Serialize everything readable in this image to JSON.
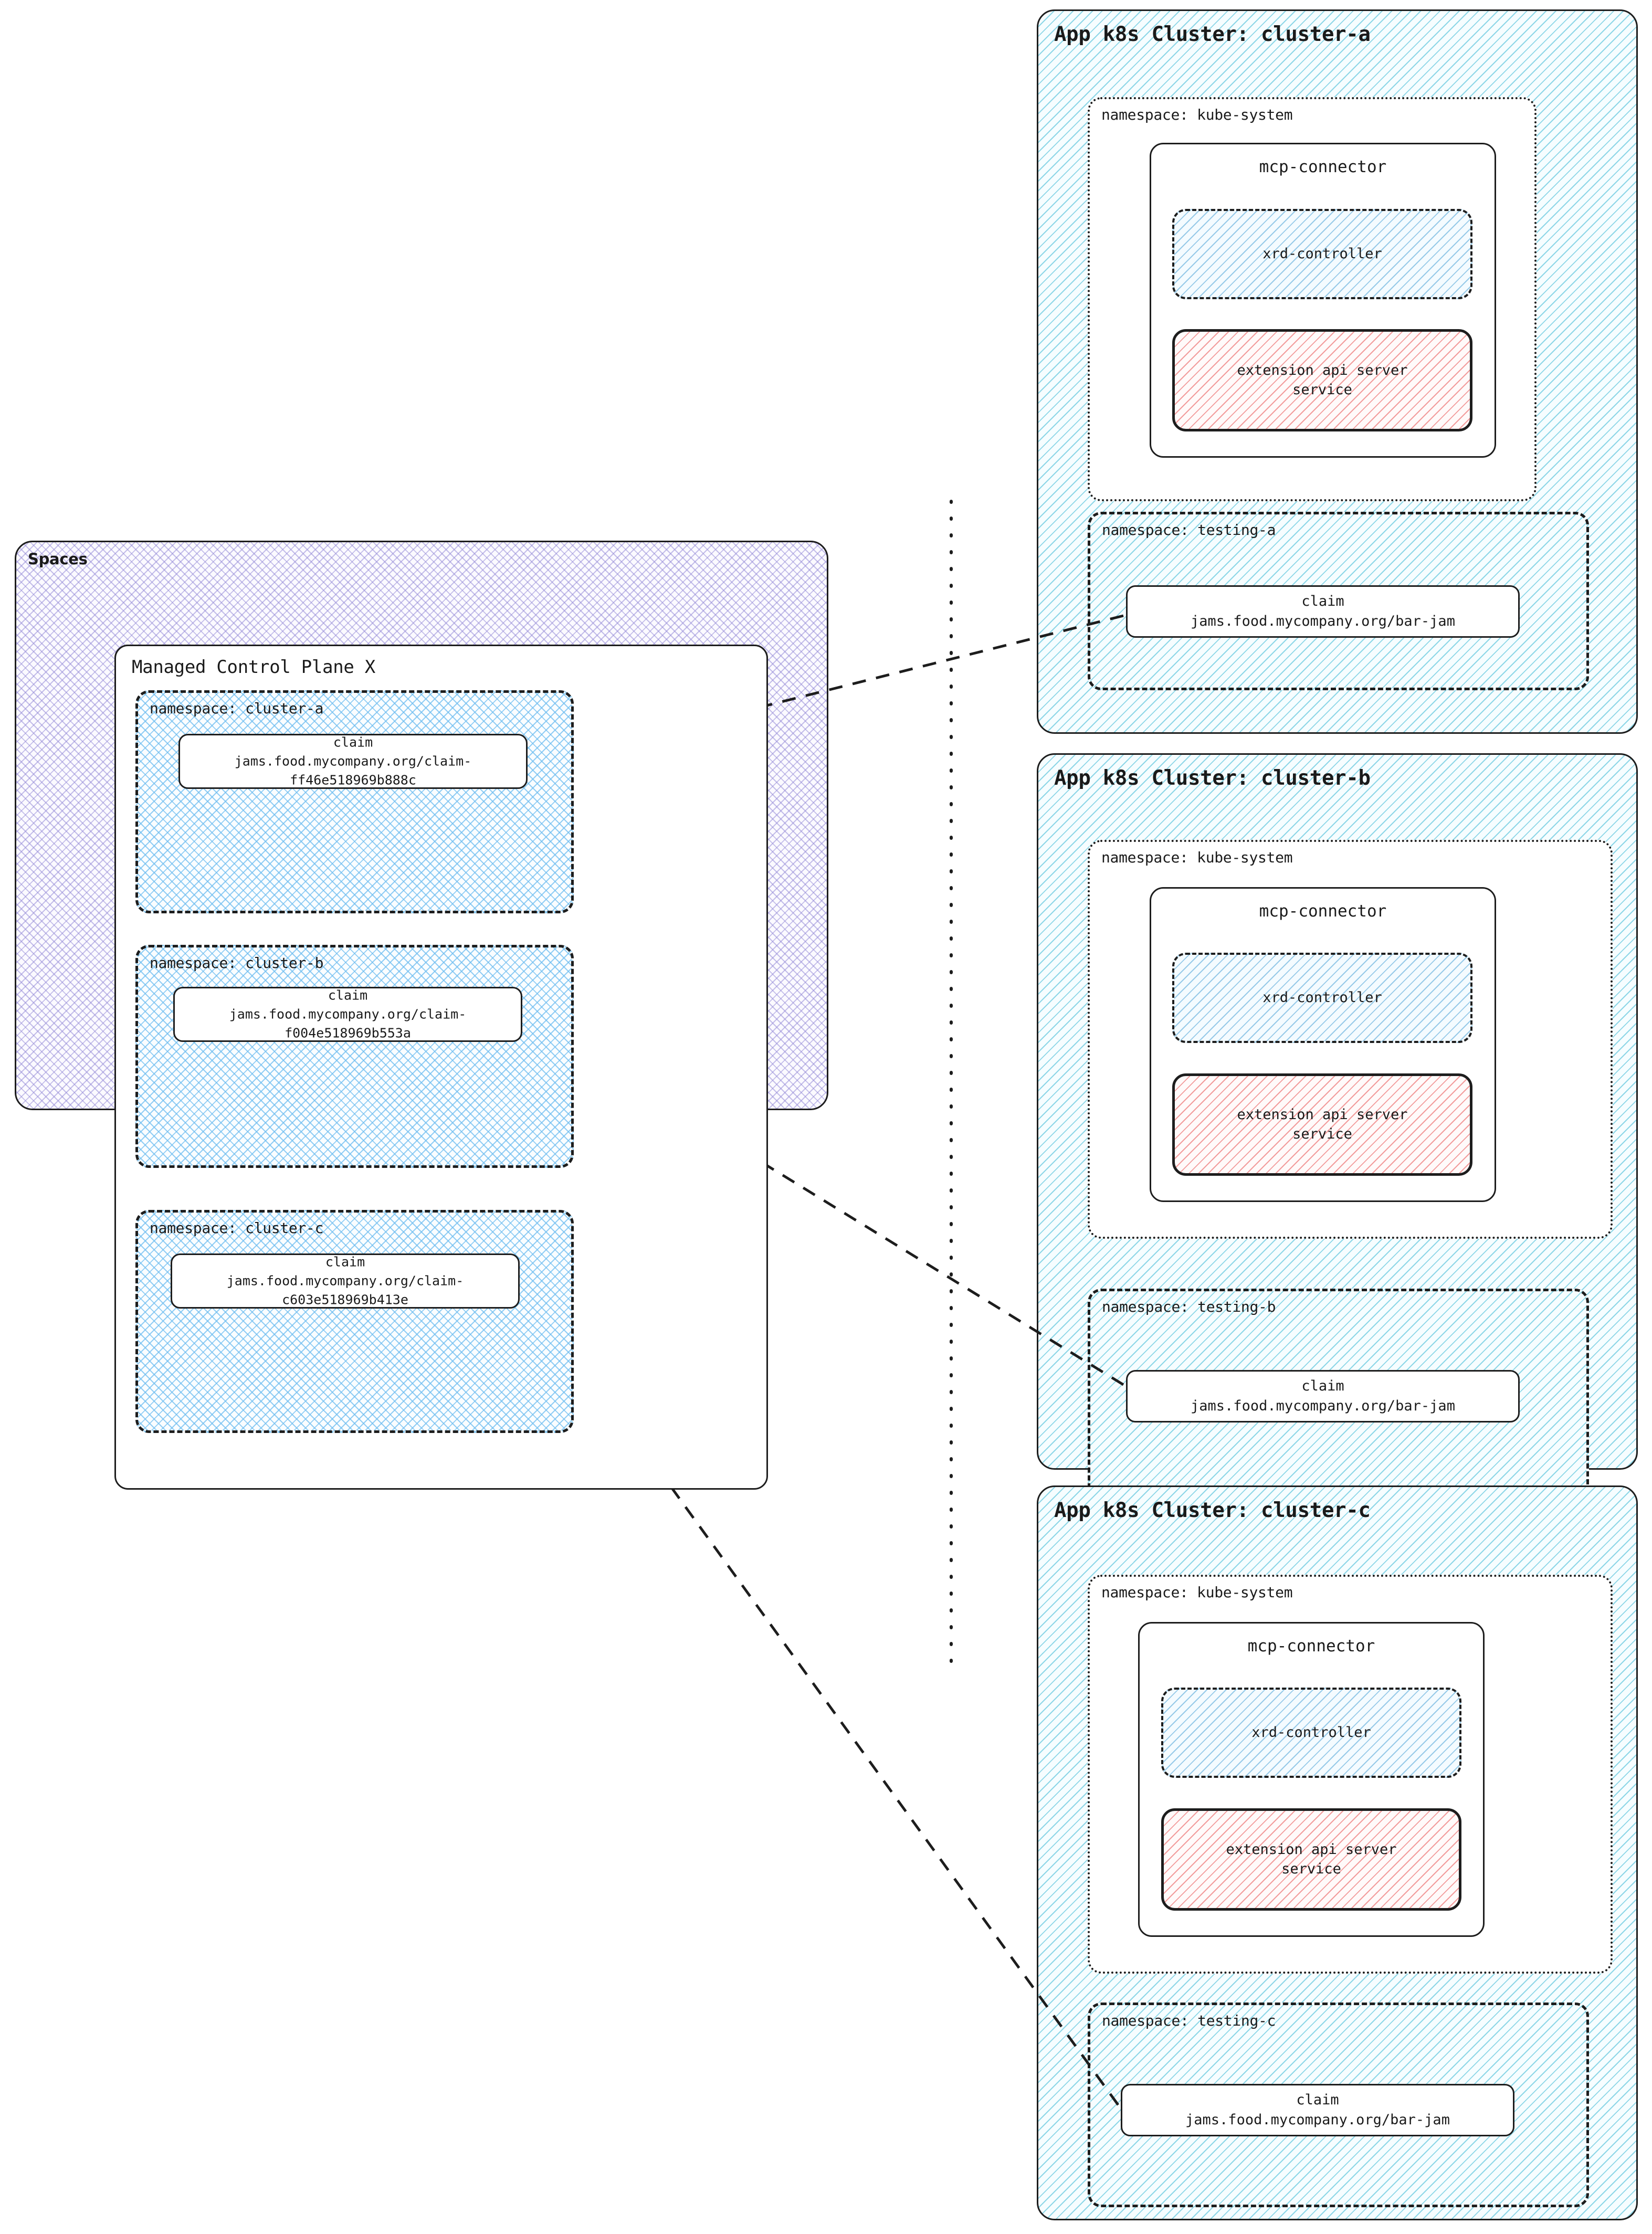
{
  "spaces": {
    "label": "Spaces",
    "control_plane": {
      "label": "Managed Control Plane X",
      "namespaces": [
        {
          "label": "namespace: cluster-a",
          "claim": {
            "kind": "claim",
            "ref": "jams.food.mycompany.org/claim-\nff46e518969b888c"
          }
        },
        {
          "label": "namespace: cluster-b",
          "claim": {
            "kind": "claim",
            "ref": "jams.food.mycompany.org/claim-\nf004e518969b553a"
          }
        },
        {
          "label": "namespace: cluster-c",
          "claim": {
            "kind": "claim",
            "ref": "jams.food.mycompany.org/claim-\nc603e518969b413e"
          }
        }
      ]
    }
  },
  "clusters": [
    {
      "title": "App k8s Cluster: cluster-a",
      "kube_system": {
        "label": "namespace: kube-system",
        "mcp_connector": {
          "title": "mcp-connector",
          "xrd_controller": "xrd-controller",
          "ext_api_server": "extension api server\nservice"
        }
      },
      "testing": {
        "label": "namespace: testing-a",
        "claim": {
          "kind": "claim",
          "ref": "jams.food.mycompany.org/bar-jam"
        }
      }
    },
    {
      "title": "App k8s Cluster: cluster-b",
      "kube_system": {
        "label": "namespace: kube-system",
        "mcp_connector": {
          "title": "mcp-connector",
          "xrd_controller": "xrd-controller",
          "ext_api_server": "extension api server\nservice"
        }
      },
      "testing": {
        "label": "namespace: testing-b",
        "claim": {
          "kind": "claim",
          "ref": "jams.food.mycompany.org/bar-jam"
        }
      }
    },
    {
      "title": "App k8s Cluster: cluster-c",
      "kube_system": {
        "label": "namespace: kube-system",
        "mcp_connector": {
          "title": "mcp-connector",
          "xrd_controller": "xrd-controller",
          "ext_api_server": "extension api server\nservice"
        }
      },
      "testing": {
        "label": "namespace: testing-c",
        "claim": {
          "kind": "claim",
          "ref": "jams.food.mycompany.org/bar-jam"
        }
      }
    }
  ],
  "colors": {
    "stroke": "#1d1d1d",
    "spaces_hatch": "#968cd7",
    "cluster_hatch": "#73cde1",
    "namespace_hatch": "#6ebef0",
    "service_hatch": "#f08c8c",
    "background": "#ffffff"
  }
}
